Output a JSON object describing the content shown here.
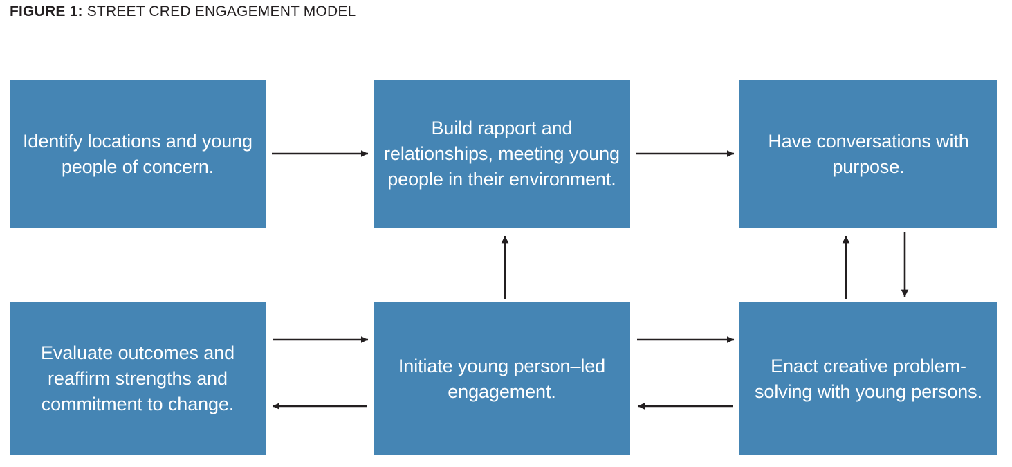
{
  "figure": {
    "label": "FIGURE 1:",
    "title": "STREET CRED ENGAGEMENT MODEL",
    "box_fill_color": "#4585b4",
    "box_text_color": "#ffffff",
    "arrow_color": "#231f20",
    "background_color": "#ffffff"
  },
  "diagram": {
    "type": "flowchart",
    "layout": "2 rows x 3 columns",
    "nodes": [
      {
        "id": "identify",
        "label": "Identify locations and young people of concern.",
        "row": "top",
        "column": 1
      },
      {
        "id": "rapport",
        "label": "Build rapport and relationships, meeting young people in their environment.",
        "row": "top",
        "column": 2
      },
      {
        "id": "conversations",
        "label": "Have conversations with purpose.",
        "row": "top",
        "column": 3
      },
      {
        "id": "evaluate",
        "label": "Evaluate outcomes and reaffirm strengths and commitment to change.",
        "row": "bottom",
        "column": 1
      },
      {
        "id": "initiate",
        "label": "Initiate young person–led engagement.",
        "row": "bottom",
        "column": 2
      },
      {
        "id": "enact",
        "label": "Enact creative problem-solving with young persons.",
        "row": "bottom",
        "column": 3
      }
    ],
    "edges": [
      {
        "id": "identify-to-rapport",
        "from": "identify",
        "to": "rapport",
        "direction": "right"
      },
      {
        "id": "rapport-to-conversations",
        "from": "rapport",
        "to": "conversations",
        "direction": "right"
      },
      {
        "id": "initiate-to-rapport",
        "from": "initiate",
        "to": "rapport",
        "direction": "up"
      },
      {
        "id": "enact-to-conversations",
        "from": "enact",
        "to": "conversations",
        "direction": "up"
      },
      {
        "id": "conversations-to-enact",
        "from": "conversations",
        "to": "enact",
        "direction": "down"
      },
      {
        "id": "evaluate-to-initiate",
        "from": "evaluate",
        "to": "initiate",
        "direction": "right"
      },
      {
        "id": "initiate-to-evaluate",
        "from": "initiate",
        "to": "evaluate",
        "direction": "left"
      },
      {
        "id": "initiate-to-enact",
        "from": "initiate",
        "to": "enact",
        "direction": "right"
      },
      {
        "id": "enact-to-initiate",
        "from": "enact",
        "to": "initiate",
        "direction": "left"
      }
    ]
  }
}
